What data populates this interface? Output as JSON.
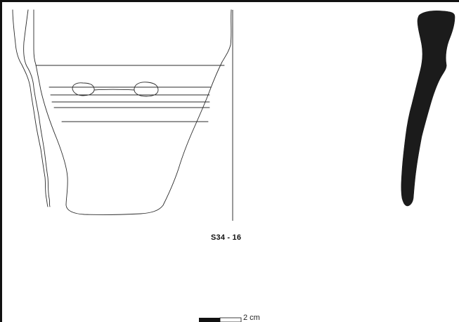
{
  "figure": {
    "label": "S34 - 16",
    "scale_bar": {
      "label": "2 cm",
      "length_cm": 2
    }
  },
  "colors": {
    "background": "#ffffff",
    "ink": "#2b2b2b",
    "section_fill": "#1b1b1b",
    "frame": "#111111"
  }
}
